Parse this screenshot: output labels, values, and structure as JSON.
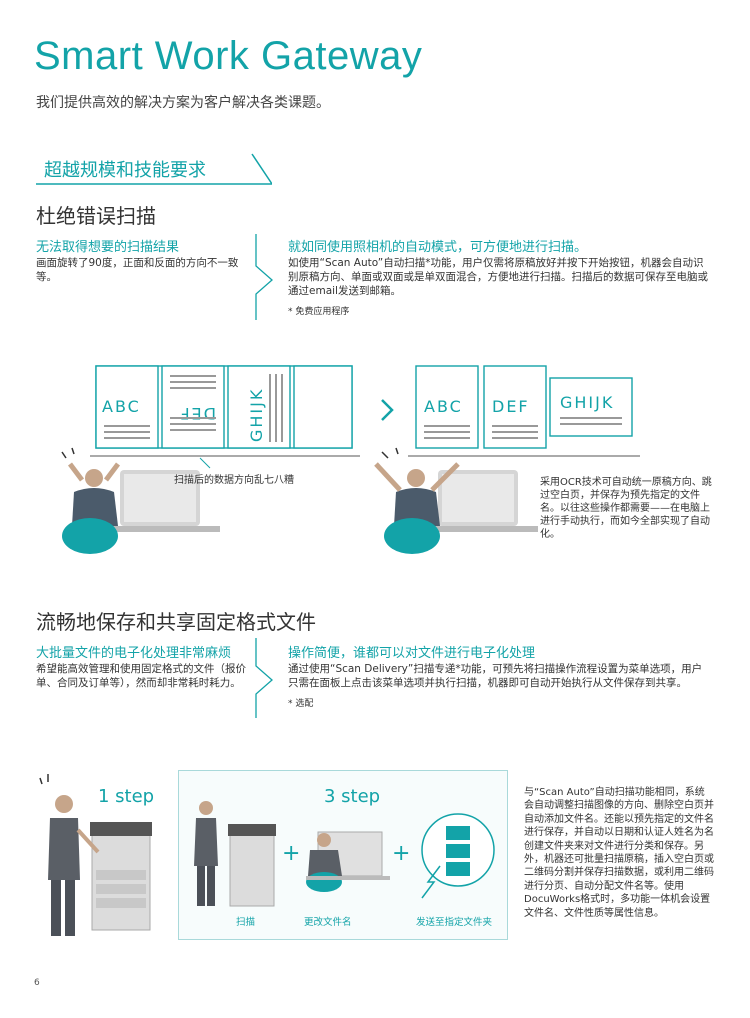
{
  "header": {
    "title": "Smart Work Gateway",
    "subtitle": "我们提供高效的解决方案为客户解决各类课题。"
  },
  "banner": {
    "label": "超越规模和技能要求"
  },
  "section1": {
    "heading": "杜绝错误扫描",
    "problem": {
      "lead": "无法取得想要的扫描结果",
      "body": "画面旋转了90度，正面和反面的方向不一致等。"
    },
    "solution": {
      "lead": "就如同使用照相机的自动模式，可方便地进行扫描。",
      "body": "如使用“Scan Auto”自动扫描*功能，用户仅需将原稿放好并按下开始按钮，机器会自动识别原稿方向、单面或双面或是单双面混合，方便地进行扫描。扫描后的数据可保存至电脑或通过email发送到邮箱。",
      "note": "* 免费应用程序"
    },
    "illustration": {
      "docs_before": [
        "ABC",
        "DEF",
        "GHIJK"
      ],
      "docs_after": [
        "ABC",
        "DEF",
        "GHIJK"
      ],
      "caption_before": "扫描后的数据方向乱七八糟",
      "caption_after": "采用OCR技术可自动统一原稿方向、跳过空白页，并保存为预先指定的文件名。以往这些操作都需要——在电脑上进行手动执行，而如今全部实现了自动化。"
    }
  },
  "section2": {
    "heading": "流畅地保存和共享固定格式文件",
    "problem": {
      "lead": "大批量文件的电子化处理非常麻烦",
      "body": "希望能高效管理和使用固定格式的文件（报价单、合同及订单等），然而却非常耗时耗力。"
    },
    "solution": {
      "lead": "操作简便，谁都可以对文件进行电子化处理",
      "body": "通过使用“Scan Delivery”扫描专递*功能，可预先将扫描操作流程设置为菜单选项，用户只需在面板上点击该菜单选项并执行扫描，机器即可自动开始执行从文件保存到共享。",
      "note": "* 选配"
    },
    "steps": {
      "step1": "1 step",
      "step3": "3 step",
      "labels": [
        "扫描",
        "更改文件名",
        "发送至指定文件夹"
      ]
    },
    "side_text": "与“Scan Auto”自动扫描功能相同，系统会自动调整扫描图像的方向、删除空白页并自动添加文件名。还能以预先指定的文件名进行保存，并自动以日期和认证人姓名为名创建文件夹来对文件进行分类和保存。另外，机器还可批量扫描原稿，插入空白页或二维码分割并保存扫描数据，或利用二维码进行分页、自动分配文件名等。使用DocuWorks格式时，多功能一体机会设置文件名、文件性质等属性信息。"
  },
  "footer": {
    "page_number": "6"
  },
  "colors": {
    "accent": "#13a3a8",
    "text": "#333333",
    "light_teal": "#e3f4f4"
  }
}
